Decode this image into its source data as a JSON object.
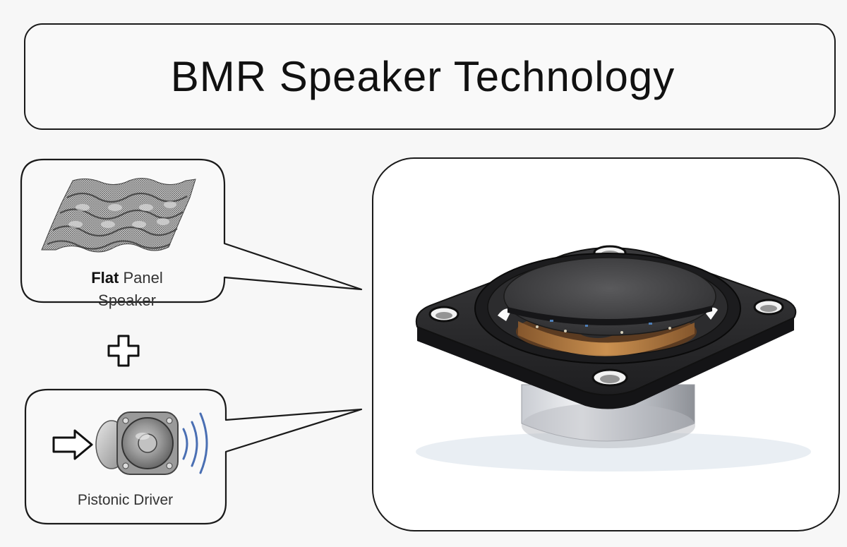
{
  "title": "BMR Speaker Technology",
  "flat_panel": {
    "label_bold": "Flat",
    "label_rest": " Panel",
    "label_line2": "Speaker",
    "icon": "flat-panel-wave-icon"
  },
  "plus": {
    "icon": "plus-icon"
  },
  "pistonic": {
    "label": "Pistonic Driver",
    "icon": "pistonic-driver-speaker-icon"
  },
  "photo": {
    "icon": "bmr-driver-photo"
  }
}
